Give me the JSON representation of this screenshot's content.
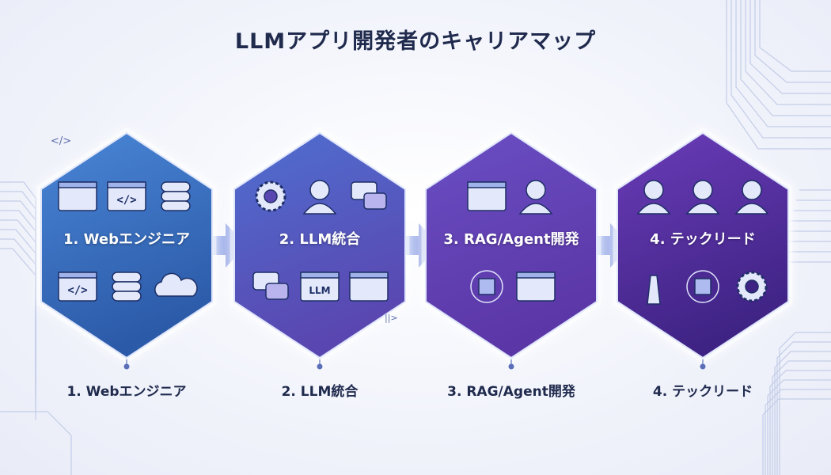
{
  "title": "LLMアプリ開発者のキャリアマップ",
  "steps": [
    {
      "label": "1. Webエンジニア",
      "color_top": "#4a86d6",
      "color_bottom": "#2b5aa8",
      "icons": [
        "browser-icon",
        "code-window-icon",
        "database-icon",
        "code-window-icon",
        "database-icon",
        "cloud-upload-icon"
      ]
    },
    {
      "label": "2. LLM統合",
      "color_top": "#4f6fd0",
      "color_bottom": "#5a46b0",
      "icons": [
        "api-gear-icon",
        "brain-head-icon",
        "chat-bubbles-icon",
        "chat-bubbles-icon",
        "llm-chip-icon",
        "terminal-window-icon"
      ]
    },
    {
      "label": "3. RAG/Agent開発",
      "color_top": "#6a4fc4",
      "color_bottom": "#5b36a6",
      "icons": [
        "document-search-icon",
        "robot-icon",
        "cube-network-icon",
        "toolbox-icon"
      ]
    },
    {
      "label": "4. テックリード",
      "color_top": "#6a3cb8",
      "color_bottom": "#3f2384",
      "icons": [
        "mentor-icon",
        "leader-crown-icon",
        "team-icon",
        "lighthouse-icon",
        "architecture-diagram-icon",
        "gears-icon"
      ]
    }
  ],
  "decor": {
    "code_tag": "</>",
    "pause_tag": "||>"
  },
  "colors": {
    "title": "#1f2a4d",
    "circuit": "#b8c4e2",
    "arrow": "#7f9be0"
  }
}
